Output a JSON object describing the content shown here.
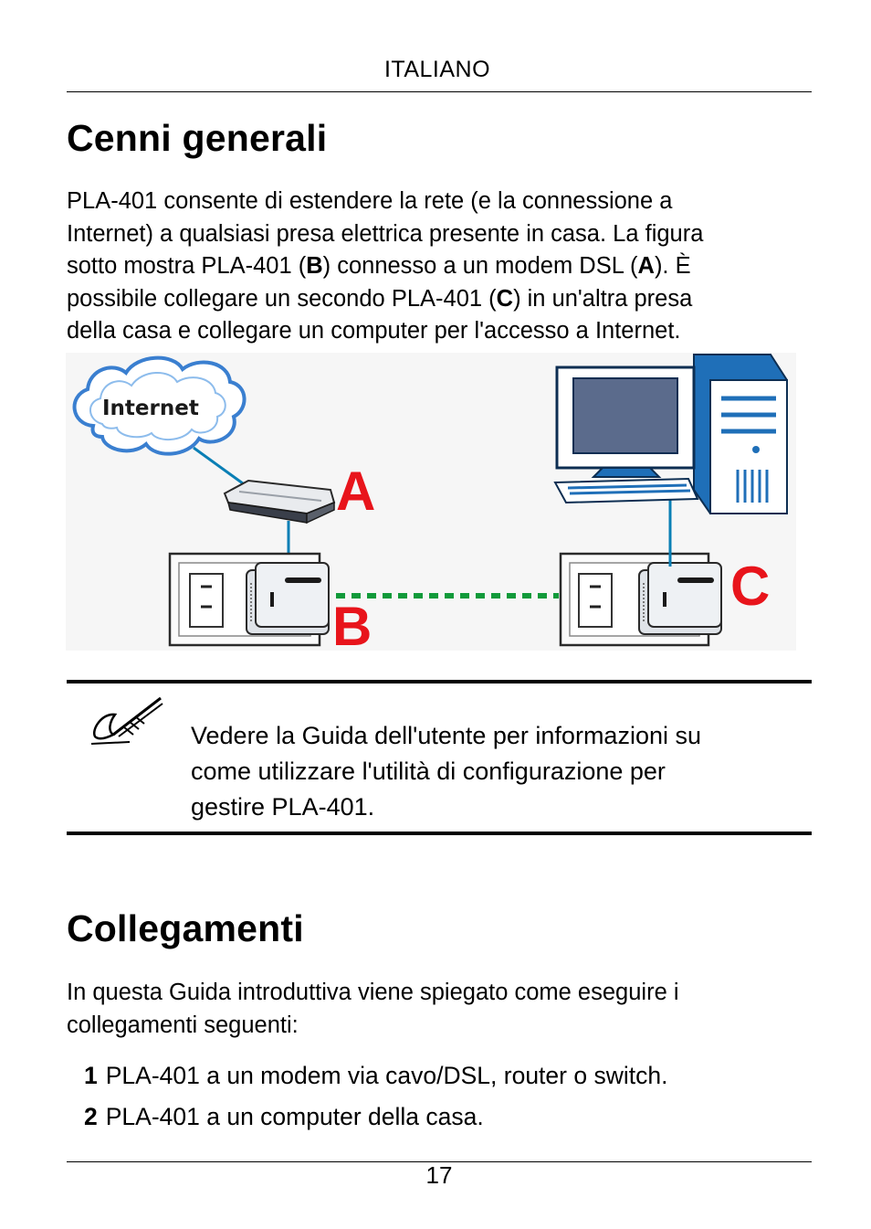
{
  "header": {
    "language": "ITALIANO"
  },
  "overview": {
    "title": "Cenni generali",
    "p1": "PLA-401 consente di estendere la rete (e la connessione a",
    "p2": "Internet) a qualsiasi presa elettrica presente in casa. La figura",
    "p3a": "sotto mostra PLA-401 (",
    "p3b": "B",
    "p3c": ") connesso a un modem DSL (",
    "p3d": "A",
    "p3e": "). È",
    "p4a": "possibile collegare un secondo PLA-401 (",
    "p4b": "C",
    "p4c": ") in un'altra presa",
    "p5": "della casa e collegare un computer per l'accesso a Internet."
  },
  "figure": {
    "cloud_label": "Internet",
    "label_a": "A",
    "label_b": "B",
    "label_c": "C",
    "colors": {
      "labels": "#e8141b",
      "link_line": "#0a7fb5",
      "powerline": "#119a3a",
      "cloud": "#3a7fd0"
    }
  },
  "note": {
    "icon": "pen-note-icon",
    "line1": "Vedere la Guida dell'utente per informazioni su",
    "line2": "come utilizzare l'utilità di configurazione per",
    "line3": "gestire PLA-401."
  },
  "connections": {
    "title": "Collegamenti",
    "intro1": "In questa Guida introduttiva viene spiegato come eseguire i",
    "intro2": "collegamenti seguenti:",
    "items": [
      {
        "num": "1",
        "text": "PLA-401 a un modem via cavo/DSL, router o switch."
      },
      {
        "num": "2",
        "text": "PLA-401 a un computer della casa."
      }
    ]
  },
  "footer": {
    "page_number": "17"
  }
}
